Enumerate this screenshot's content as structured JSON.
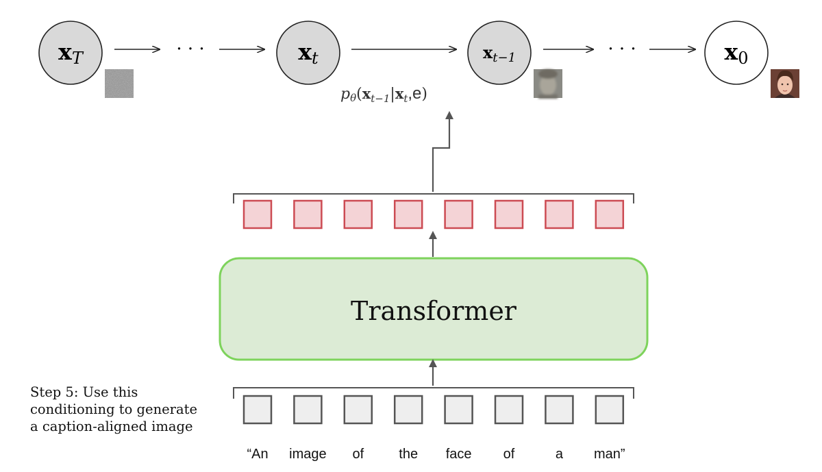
{
  "chain": {
    "nodes": [
      {
        "id": "xT",
        "base": "x",
        "sub": "T",
        "shaded": true
      },
      {
        "id": "xt",
        "base": "x",
        "sub": "t",
        "shaded": true
      },
      {
        "id": "xt1",
        "base": "x",
        "sub": "t−1",
        "shaded": true
      },
      {
        "id": "x0",
        "base": "x",
        "sub": "0",
        "shaded": false
      }
    ],
    "ellipsis": "· · ·",
    "transition_label": {
      "p": "p",
      "theta": "θ",
      "open": "(",
      "x": "x",
      "sub1": "t−1",
      "bar": "|",
      "sub2": "t",
      "comma_e": ",e",
      "close": ")"
    }
  },
  "transformer": {
    "label": "Transformer"
  },
  "output_tokens": {
    "count": 8,
    "fill": "#f4d3d6",
    "stroke": "#cc4b53"
  },
  "input_tokens": {
    "count": 8,
    "fill": "#eeeeee",
    "stroke": "#555555"
  },
  "caption_words": [
    "“An",
    "image",
    "of",
    "the",
    "face",
    "of",
    "a",
    "man”"
  ],
  "step_text": [
    "Step 5: Use this",
    "conditioning to generate",
    "a caption-aligned image"
  ],
  "colors": {
    "node_shaded": "#d9d9d9",
    "node_stroke": "#222222",
    "transformer_fill": "#dcebd5",
    "transformer_stroke": "#7ed35c",
    "connector": "#555555"
  },
  "icons": [
    "noise-thumbnail",
    "blurry-face-thumbnail",
    "face-thumbnail"
  ]
}
